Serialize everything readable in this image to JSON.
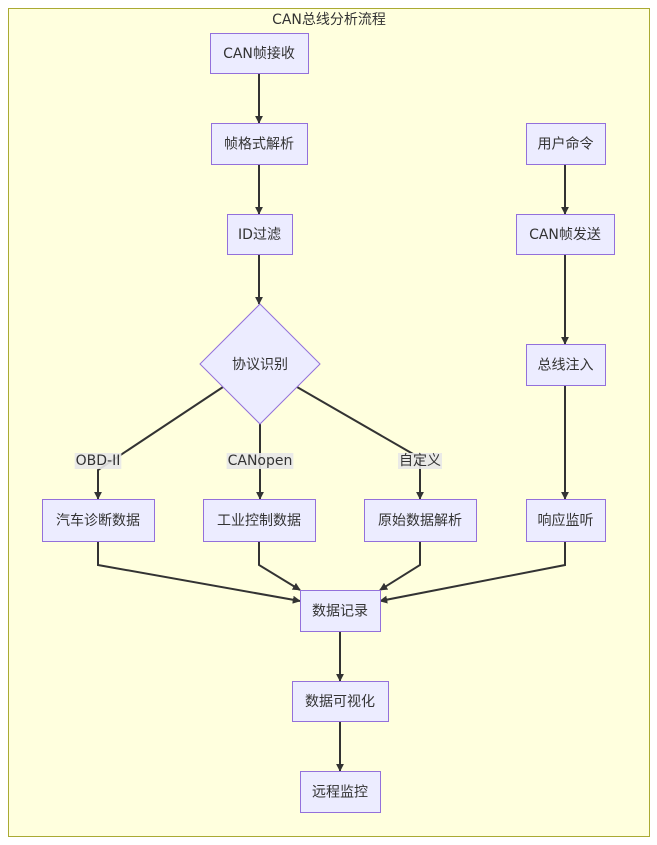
{
  "diagram": {
    "title": "CAN总线分析流程",
    "colors": {
      "cluster_fill": "#ffffde",
      "cluster_stroke": "#aaaa33",
      "node_fill": "#ececff",
      "node_stroke": "#9370db",
      "edge": "#333333",
      "edge_label_bg": "#e8e8e8",
      "text": "#333333"
    },
    "nodes": [
      {
        "id": "can_receive",
        "label": "CAN帧接收",
        "shape": "rect"
      },
      {
        "id": "frame_parse",
        "label": "帧格式解析",
        "shape": "rect"
      },
      {
        "id": "id_filter",
        "label": "ID过滤",
        "shape": "rect"
      },
      {
        "id": "protocol_detect",
        "label": "协议识别",
        "shape": "diamond"
      },
      {
        "id": "obd_data",
        "label": "汽车诊断数据",
        "shape": "rect"
      },
      {
        "id": "industrial_data",
        "label": "工业控制数据",
        "shape": "rect"
      },
      {
        "id": "raw_parse",
        "label": "原始数据解析",
        "shape": "rect"
      },
      {
        "id": "user_cmd",
        "label": "用户命令",
        "shape": "rect"
      },
      {
        "id": "can_send",
        "label": "CAN帧发送",
        "shape": "rect"
      },
      {
        "id": "bus_inject",
        "label": "总线注入",
        "shape": "rect"
      },
      {
        "id": "resp_monitor",
        "label": "响应监听",
        "shape": "rect"
      },
      {
        "id": "data_log",
        "label": "数据记录",
        "shape": "rect"
      },
      {
        "id": "data_viz",
        "label": "数据可视化",
        "shape": "rect"
      },
      {
        "id": "remote_monitor",
        "label": "远程监控",
        "shape": "rect"
      }
    ],
    "edges": [
      {
        "from": "can_receive",
        "to": "frame_parse",
        "label": ""
      },
      {
        "from": "frame_parse",
        "to": "id_filter",
        "label": ""
      },
      {
        "from": "id_filter",
        "to": "protocol_detect",
        "label": ""
      },
      {
        "from": "protocol_detect",
        "to": "obd_data",
        "label": "OBD-II"
      },
      {
        "from": "protocol_detect",
        "to": "industrial_data",
        "label": "CANopen"
      },
      {
        "from": "protocol_detect",
        "to": "raw_parse",
        "label": "自定义"
      },
      {
        "from": "user_cmd",
        "to": "can_send",
        "label": ""
      },
      {
        "from": "can_send",
        "to": "bus_inject",
        "label": ""
      },
      {
        "from": "bus_inject",
        "to": "resp_monitor",
        "label": ""
      },
      {
        "from": "obd_data",
        "to": "data_log",
        "label": ""
      },
      {
        "from": "industrial_data",
        "to": "data_log",
        "label": ""
      },
      {
        "from": "raw_parse",
        "to": "data_log",
        "label": ""
      },
      {
        "from": "resp_monitor",
        "to": "data_log",
        "label": ""
      },
      {
        "from": "data_log",
        "to": "data_viz",
        "label": ""
      },
      {
        "from": "data_viz",
        "to": "remote_monitor",
        "label": ""
      }
    ]
  }
}
